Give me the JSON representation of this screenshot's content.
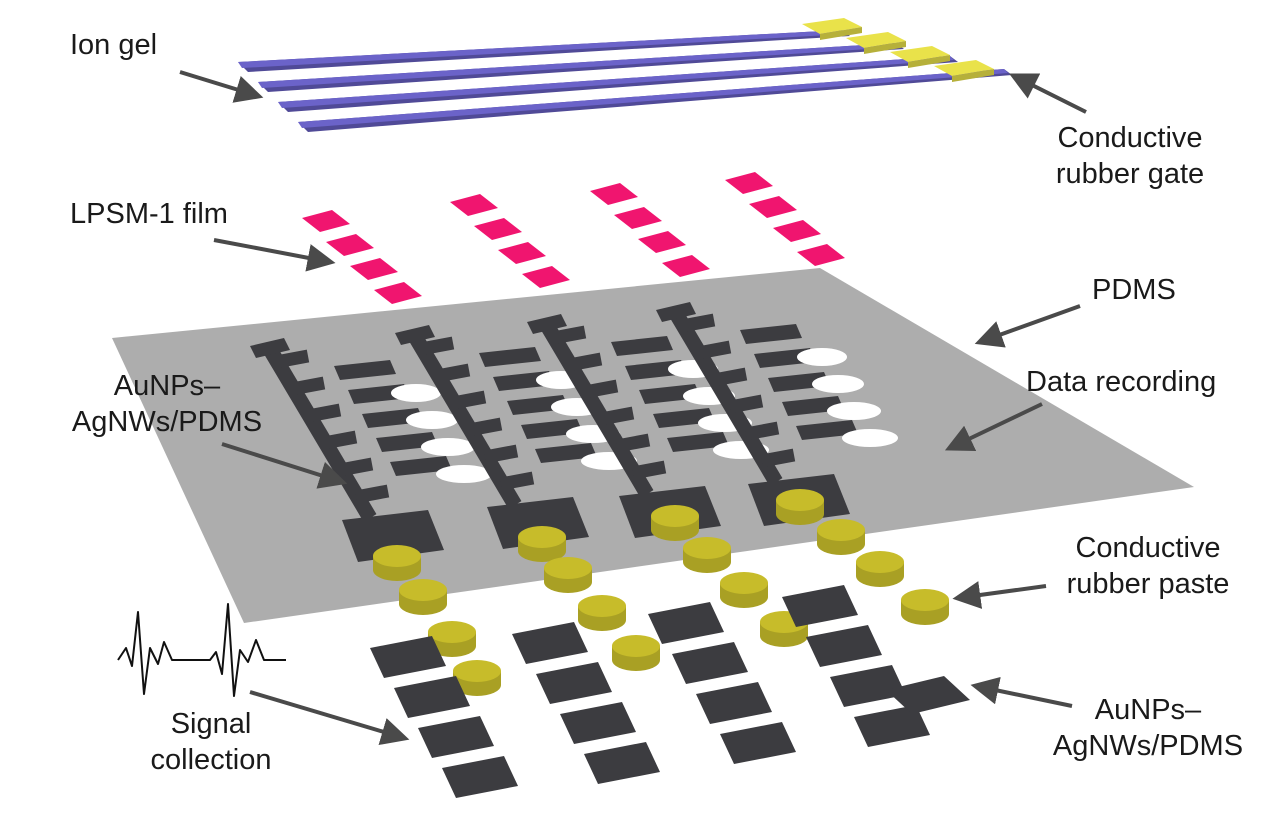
{
  "labels": {
    "ion_gel": [
      "Ion gel"
    ],
    "conductive_rubber_gate": [
      "Conductive",
      "rubber gate"
    ],
    "lpsm_film": [
      "LPSM-1 film"
    ],
    "pdms": [
      "PDMS"
    ],
    "aunps_top": [
      "AuNPs–",
      "AgNWs/PDMS"
    ],
    "data_recording": [
      "Data recording"
    ],
    "conductive_rubber_paste": [
      "Conductive",
      "rubber paste"
    ],
    "signal_collection": [
      "Signal",
      "collection"
    ],
    "aunps_bottom": [
      "AuNPs–",
      "AgNWs/PDMS"
    ]
  },
  "colors": {
    "ion_gel_strip": "#6b63c9",
    "gate_pad": "#e9e24a",
    "lpsm_film": "#f0156f",
    "pdms_sheet": "#a9a9a9",
    "electrode": "#3c3c40",
    "rubber_paste": "#c7bc2a",
    "hole": "#ffffff",
    "arrow": "#4a4a4a",
    "text": "#1a1a1a"
  }
}
